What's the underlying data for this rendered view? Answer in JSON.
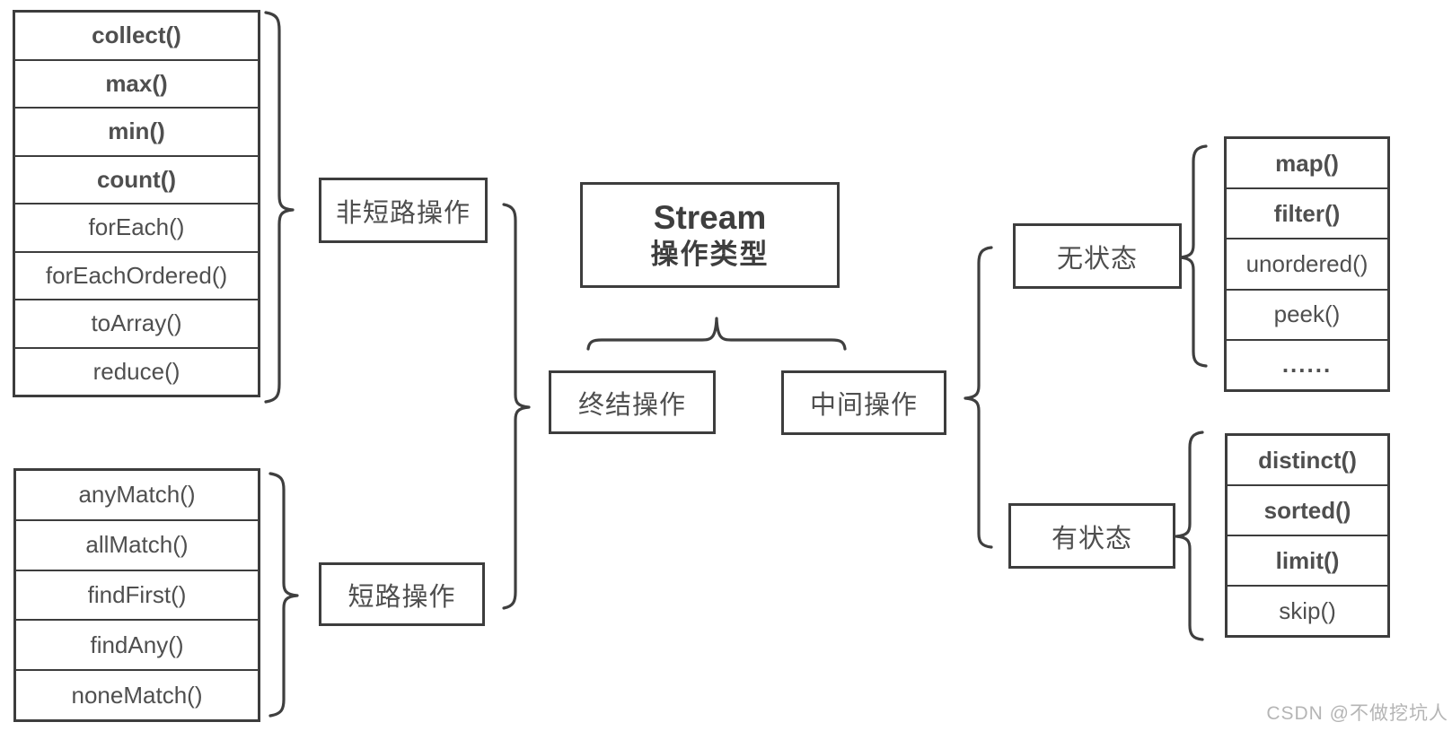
{
  "colors": {
    "accent_red": "#f20d0d",
    "line_dark": "#3d3d3d",
    "text_gray": "#4f4f4f",
    "box_text_gray": "#4e4e4e",
    "watermark_gray": "#b5b5b5",
    "background": "#ffffff"
  },
  "center_box": {
    "line1": "Stream",
    "line2": "操作类型"
  },
  "category_boxes": {
    "non_short_circuit": "非短路操作",
    "short_circuit": "短路操作",
    "terminal": "终结操作",
    "intermediate": "中间操作",
    "stateless": "无状态",
    "stateful": "有状态"
  },
  "tables": {
    "non_short_circuit_methods": {
      "rows": [
        {
          "label": "collect()",
          "red": true
        },
        {
          "label": "max()",
          "red": true
        },
        {
          "label": "min()",
          "red": true
        },
        {
          "label": "count()",
          "red": true
        },
        {
          "label": "forEach()",
          "red": false
        },
        {
          "label": "forEachOrdered()",
          "red": false
        },
        {
          "label": "toArray()",
          "red": false
        },
        {
          "label": "reduce()",
          "red": false
        }
      ]
    },
    "short_circuit_methods": {
      "rows": [
        {
          "label": "anyMatch()",
          "red": false
        },
        {
          "label": "allMatch()",
          "red": false
        },
        {
          "label": "findFirst()",
          "red": false
        },
        {
          "label": "findAny()",
          "red": false
        },
        {
          "label": "noneMatch()",
          "red": false
        }
      ]
    },
    "stateless_methods": {
      "rows": [
        {
          "label": "map()",
          "red": true
        },
        {
          "label": "filter()",
          "red": true
        },
        {
          "label": "unordered()",
          "red": false
        },
        {
          "label": "peek()",
          "red": false
        },
        {
          "label": "......",
          "red": false
        }
      ]
    },
    "stateful_methods": {
      "rows": [
        {
          "label": "distinct()",
          "red": true
        },
        {
          "label": "sorted()",
          "red": true
        },
        {
          "label": "limit()",
          "red": true
        },
        {
          "label": "skip()",
          "red": false
        }
      ]
    }
  },
  "watermark": {
    "text": "CSDN @不做挖坑人"
  }
}
